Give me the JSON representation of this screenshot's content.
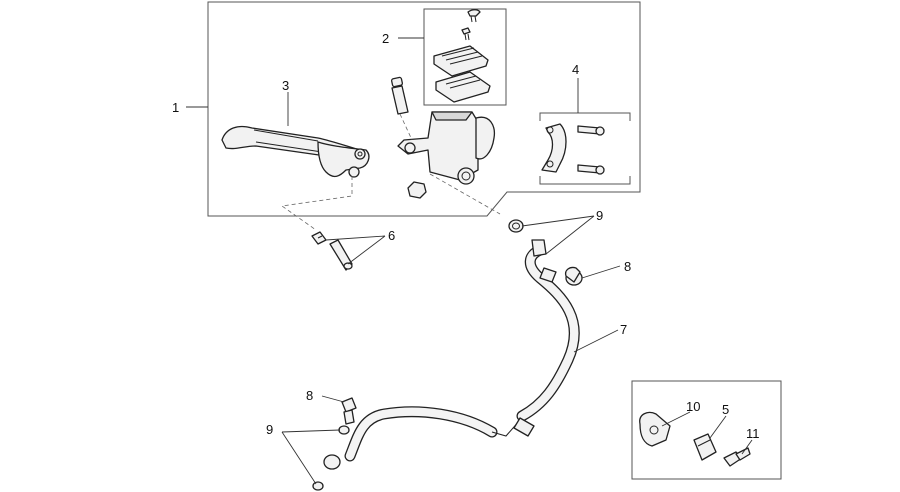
{
  "callouts": {
    "c1": "1",
    "c2": "2",
    "c3": "3",
    "c4": "4",
    "c5": "5",
    "c6": "6",
    "c7": "7",
    "c8a": "8",
    "c8b": "8",
    "c9a": "9",
    "c9b": "9",
    "c10": "10",
    "c11": "11"
  }
}
